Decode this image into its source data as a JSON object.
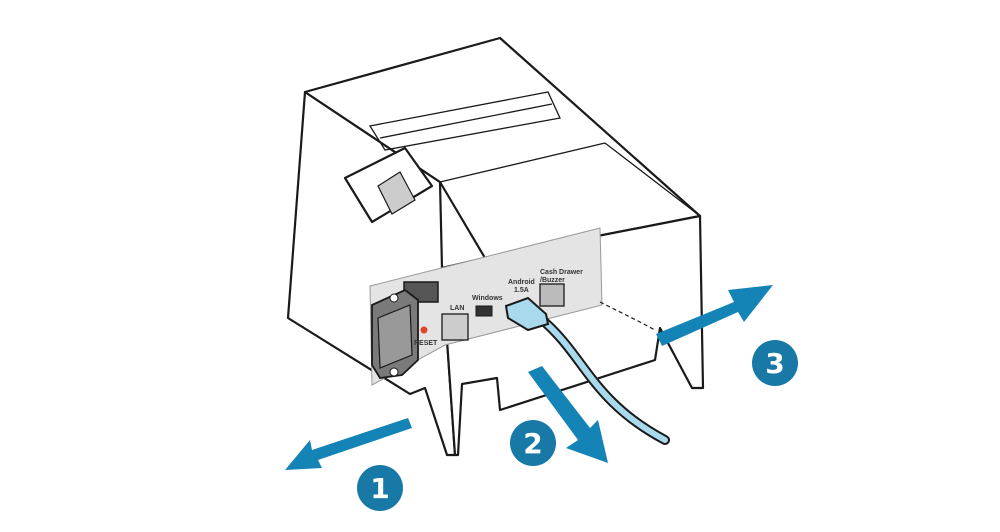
{
  "colors": {
    "arrow": "#1483b6",
    "badge": "#1878a6",
    "cable": "#a9d9ec",
    "panel": "#e4e4e4"
  },
  "ports": {
    "lan": "LAN",
    "windows": "Windows",
    "android_line1": "Android",
    "android_line2": "1.5A",
    "cash_line1": "Cash Drawer",
    "cash_line2": "/Buzzer",
    "reset": "RESET"
  },
  "steps": [
    {
      "number": "1"
    },
    {
      "number": "2"
    },
    {
      "number": "3"
    }
  ]
}
